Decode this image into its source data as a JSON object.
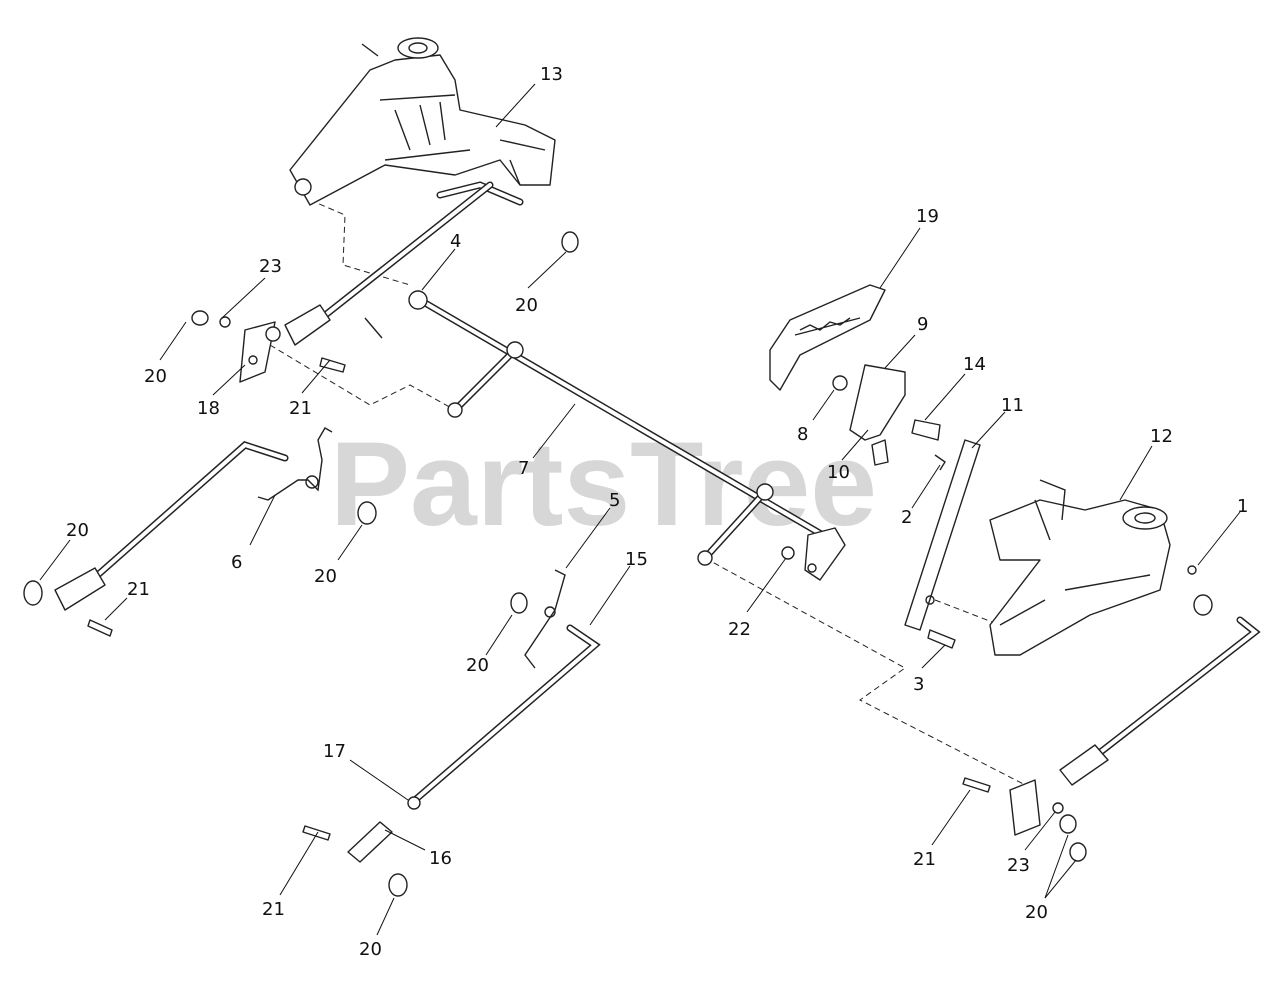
{
  "watermark": "PartsTree",
  "callouts": {
    "c1": "1",
    "c2": "2",
    "c3": "3",
    "c4": "4",
    "c5": "5",
    "c6": "6",
    "c7": "7",
    "c8": "8",
    "c9": "9",
    "c10": "10",
    "c11": "11",
    "c12": "12",
    "c13": "13",
    "c14": "14",
    "c15": "15",
    "c16": "16",
    "c17": "17",
    "c18": "18",
    "c19": "19",
    "c20a": "20",
    "c20b": "20",
    "c20c": "20",
    "c20d": "20",
    "c20e": "20",
    "c20f": "20",
    "c20g": "20",
    "c21a": "21",
    "c21b": "21",
    "c21c": "21",
    "c21d": "21",
    "c22": "22",
    "c23a": "23",
    "c23b": "23"
  }
}
